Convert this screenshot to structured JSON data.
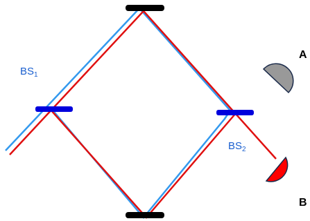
{
  "labels": {
    "bs1": "BS",
    "bs1_sub": "1",
    "bs2": "BS",
    "bs2_sub": "2",
    "detector_a": "A",
    "detector_b": "B"
  },
  "colors": {
    "blue_beam": "#3399ee",
    "red_beam": "#e01010",
    "mirror": "#000000",
    "beam_splitter": "#0000dd",
    "label_blue": "#1a5fcf",
    "label_black": "#000000",
    "detector_a_fill": "#999999",
    "detector_b_fill": "#ff0000",
    "detector_outline": "#1a2a4a"
  }
}
